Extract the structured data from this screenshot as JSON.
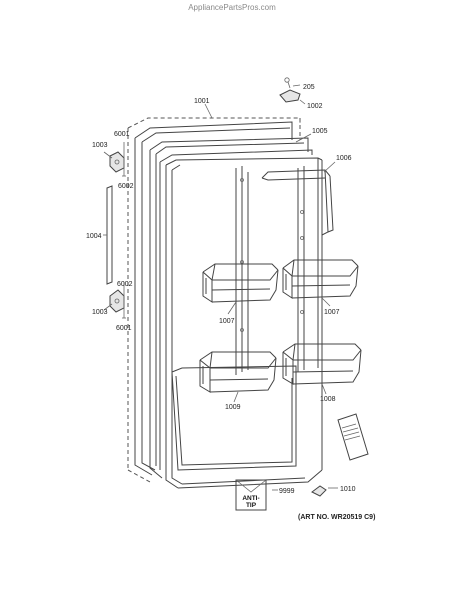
{
  "watermark": "AppliancePartsPros.com",
  "art_number": "(ART NO. WR20519 C9)",
  "parts": {
    "p205": "205",
    "p1001": "1001",
    "p1002": "1002",
    "p1003_top": "1003",
    "p1003_bottom": "1003",
    "p1004": "1004",
    "p1005": "1005",
    "p1006": "1006",
    "p1007_left": "1007",
    "p1007_right": "1007",
    "p1008": "1008",
    "p1009": "1009",
    "p1010": "1010",
    "p6001_top": "6001",
    "p6001_bottom": "6001",
    "p6002_top": "6002",
    "p6002_bottom": "6002",
    "p9999": "9999"
  },
  "anti_tip": {
    "line1": "ANTI-",
    "line2": "TIP"
  }
}
